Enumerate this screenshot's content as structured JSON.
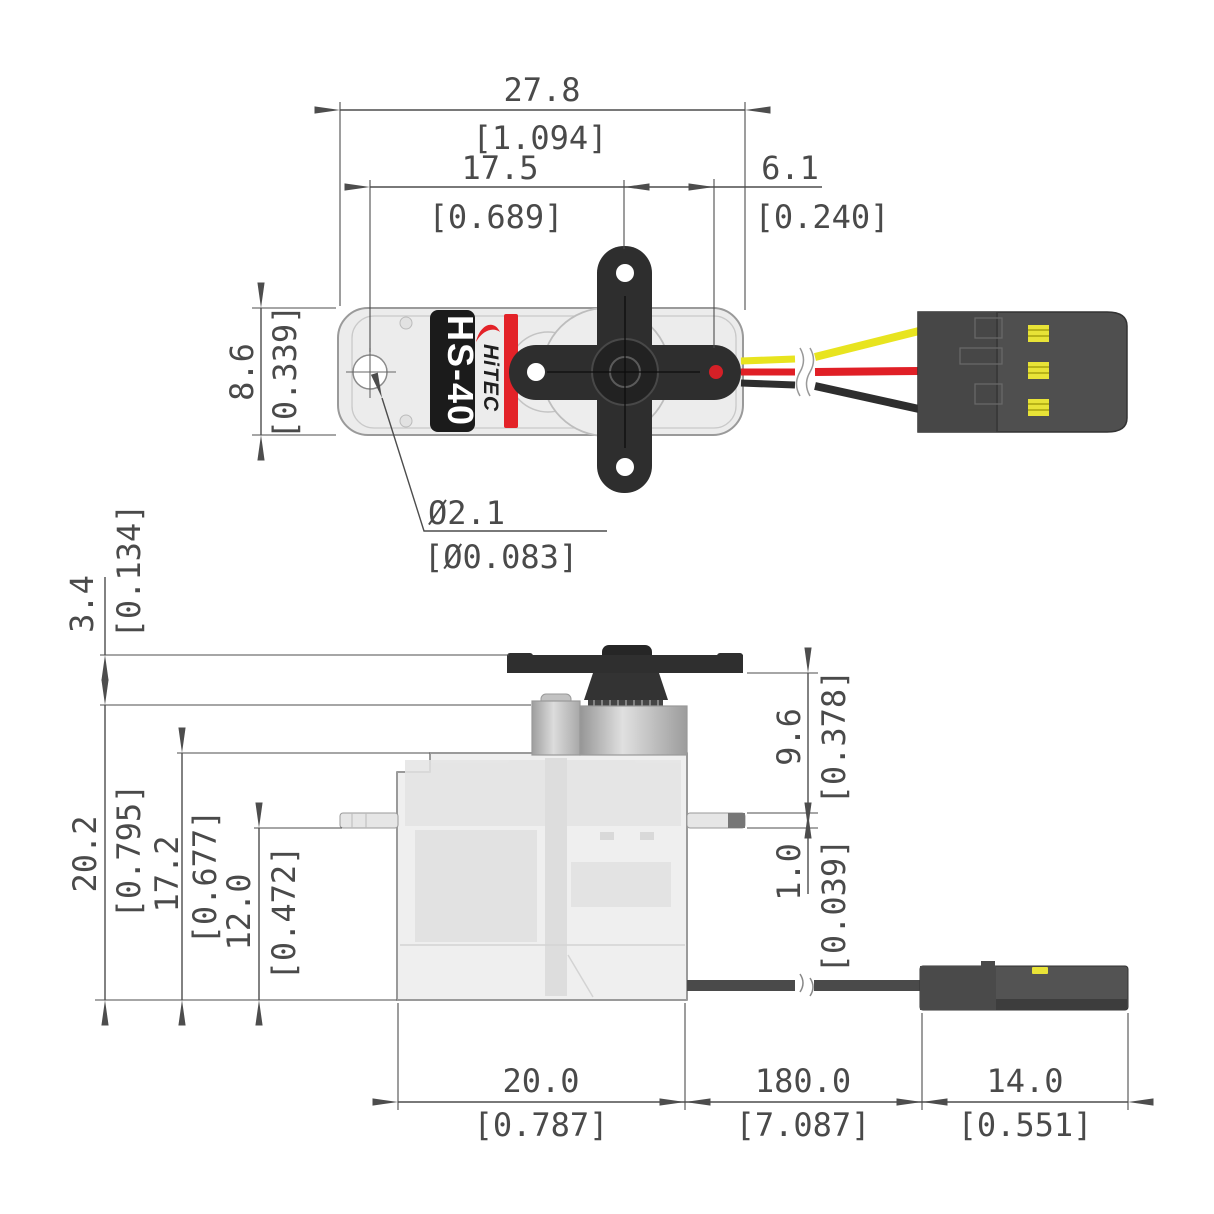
{
  "product": {
    "brand": "HiTEC",
    "model": "HS-40"
  },
  "top_view": {
    "dimensions": {
      "overall_width": {
        "mm": "27.8",
        "in": "[1.094]"
      },
      "hole_to_spline": {
        "mm": "17.5",
        "in": "[0.689]"
      },
      "spline_to_edge": {
        "mm": "6.1",
        "in": "[0.240]"
      },
      "body_depth": {
        "mm": "8.6",
        "in": "[0.339]"
      },
      "mounting_hole_dia": {
        "mm": "Ø2.1",
        "in": "[Ø0.083]"
      }
    }
  },
  "side_view": {
    "dimensions": {
      "horn_height": {
        "mm": "3.4",
        "in": "[0.134]"
      },
      "overall_height": {
        "mm": "20.2",
        "in": "[0.795]"
      },
      "body_height": {
        "mm": "17.2",
        "in": "[0.677]"
      },
      "bottom_to_flange": {
        "mm": "12.0",
        "in": "[0.472]"
      },
      "flange_to_horn": {
        "mm": "9.6",
        "in": "[0.378]"
      },
      "flange_thickness": {
        "mm": "1.0",
        "in": "[0.039]"
      },
      "body_width": {
        "mm": "20.0",
        "in": "[0.787]"
      },
      "cable_length": {
        "mm": "180.0",
        "in": "[7.087]"
      },
      "connector_length": {
        "mm": "14.0",
        "in": "[0.551]"
      }
    }
  },
  "colors": {
    "line_gray": "#4d4d4d",
    "body_gray": "#ececec",
    "horn_black": "#2e2e2e",
    "label_black": "#1b1b1b",
    "label_red": "#e32228",
    "wire_yellow": "#e8e41f",
    "wire_red": "#e01f26",
    "wire_black": "#2e2e2e",
    "connector_gray": "#4f4f4f",
    "contact_yellow": "#e8e337"
  }
}
